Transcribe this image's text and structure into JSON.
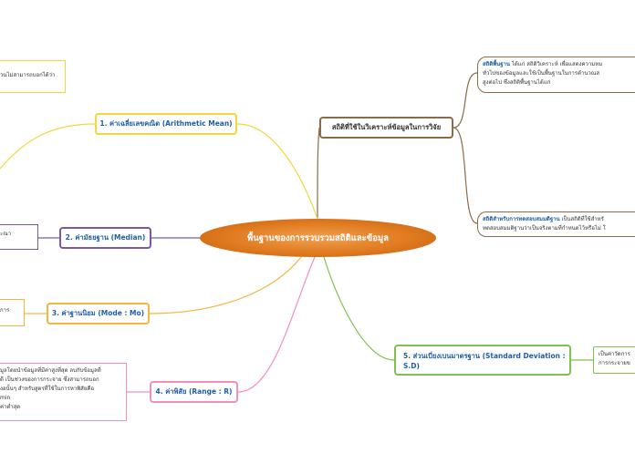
{
  "center": {
    "title": "พื้นฐานของการรวบรวมสถิติและข้อมูล"
  },
  "branches": {
    "stats_research": {
      "label": "สถิติที่ใช้ในวิเคราะห์ข้อมูลในการวิจัย"
    },
    "mean": {
      "label": "1. ค่าเฉลี่ยเลขคณิต (Arithmetic Mean)"
    },
    "median": {
      "label": "2. ค่ามัธยฐาน (Median)"
    },
    "mode": {
      "label": "3. ค่าฐานนิยม (Mode : Mo)"
    },
    "range": {
      "label": "4. ค่าพิสัย (Range : R)"
    },
    "sd": {
      "label_line1": "5. ส่วนเบี่ยงเบนมาตรฐาน (Standard Deviation :",
      "label_line2": "S.D)"
    }
  },
  "notes": {
    "mean_note": {
      "line1": "วนไม่สามารถบอกได้ว่า"
    },
    "median_note": {
      "line1": "ะณา"
    },
    "mode_note": {
      "line1": "การ"
    },
    "range_note": {
      "line1": "มูลโดยนำข้อมูลที่มีค่าสูงที่สุด ลบกับข้อมูลที่",
      "line2": "ดี เป็นช่วงของการกระจาย  ซึ่งสามารถบอก",
      "line3": "งอนั้นๆ สำหรับสูตรที่ใช้ในการหาพิสัยคือ",
      "line4": "min",
      "line5": "ค่าต่ำสุด"
    },
    "descriptive": {
      "highlight": "สถิติพื้นฐาน",
      "line1_rest": " ได้แก่ สถิติวิเคราะห์ เพื่อแสดงความหม",
      "line2": "ทั่วไปของข้อมูลและใช้เป็นพื้นฐานในการคำนวณส",
      "line3": "สูงต่อไป ซึ่งสถิติพื้นฐานได้แก่"
    },
    "hypothesis": {
      "highlight": "สถิติสำหรับการทดสอบสมมติฐาน",
      "line1_rest": " เป็นสถิติที่ใช้สำหรั",
      "line2": "ทดสอบสมมติฐานว่าเป็นจริงตามที่กำหนดไว้หรือไม่ โ"
    },
    "sd_note": {
      "line1": "เป็นค่าวัดการ",
      "line2": "การกระจายข"
    }
  }
}
